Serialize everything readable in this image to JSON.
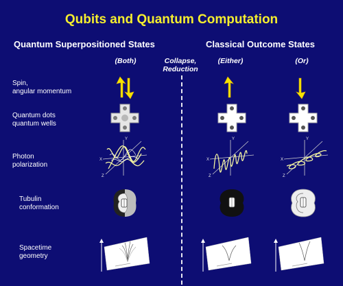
{
  "title": "Qubits and Quantum Computation",
  "sections": {
    "left": "Quantum Superpositioned States",
    "right": "Classical Outcome States"
  },
  "columns": {
    "both": "(Both)",
    "collapse_line1": "Collapse,",
    "collapse_line2": "Reduction",
    "either": "(Either)",
    "or": "(Or)"
  },
  "rows": {
    "spin_line1": "Spin,",
    "spin_line2": "angular momentum",
    "dots_line1": "Quantum dots",
    "dots_line2": "quantum wells",
    "photon_line1": "Photon",
    "photon_line2": "polarization",
    "tubulin_line1": "Tubulin",
    "tubulin_line2": "conformation",
    "spacetime_line1": "Spacetime",
    "spacetime_line2": "geometry"
  },
  "axis_labels": {
    "x": "X",
    "y": "Y",
    "z": "Z"
  },
  "colors": {
    "background": "#0d0d73",
    "title": "#f5ee2e",
    "arrow": "#f5e400",
    "text": "#ffffff"
  },
  "icons": {
    "spin_both": "up-down-arrows-icon",
    "spin_up": "up-arrow-icon",
    "spin_down": "down-arrow-icon"
  }
}
